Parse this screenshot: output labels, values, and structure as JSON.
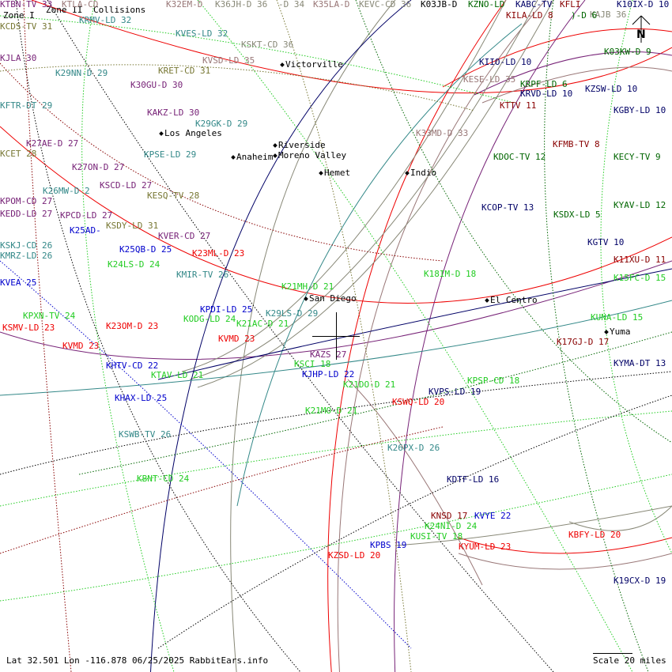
{
  "legend": {
    "zone1": "Zone I",
    "zone2": "Zone II",
    "collisions": "Collisions"
  },
  "footer": {
    "info": "Lat 32.501 Lon -116.878 06/25/2025 RabbitEars.info",
    "scale": "Scale 20 miles"
  },
  "north_label": "N",
  "colors": {
    "red": "#ee0000",
    "darkred": "#880000",
    "green": "#22cc22",
    "darkgreen": "#006600",
    "blue": "#0000cc",
    "navy": "#000066",
    "teal": "#338888",
    "purple": "#772277",
    "olive": "#777733",
    "grayish": "#888877",
    "mauve": "#997777",
    "black": "#000000"
  },
  "cities": [
    {
      "name": "Victorville"
    },
    {
      "name": "Los Angeles"
    },
    {
      "name": "Riverside"
    },
    {
      "name": "Moreno Valley"
    },
    {
      "name": "Anaheim"
    },
    {
      "name": "Hemet"
    },
    {
      "name": "Indio"
    },
    {
      "name": "San Diego"
    },
    {
      "name": "El Centro"
    },
    {
      "name": "Yuma"
    }
  ],
  "stations": [
    {
      "label": "KTBN-TV 33",
      "color": "purple"
    },
    {
      "label": "KCDS-TV 31",
      "color": "olive"
    },
    {
      "label": "KTLA-CD",
      "color": "mauve"
    },
    {
      "label": "K32EM-D",
      "color": "mauve"
    },
    {
      "label": "K36JH-D 36",
      "color": "grayish"
    },
    {
      "label": "-D 34",
      "color": "grayish"
    },
    {
      "label": "K35LA-D",
      "color": "mauve"
    },
    {
      "label": "KEVC-CD 36",
      "color": "grayish"
    },
    {
      "label": "K03JB-D",
      "color": "black"
    },
    {
      "label": "KZNO-LD",
      "color": "darkgreen"
    },
    {
      "label": "KABC-TV",
      "color": "navy"
    },
    {
      "label": "KFLI",
      "color": "darkred"
    },
    {
      "label": "KAJB 36",
      "color": "grayish"
    },
    {
      "label": "KILA-LD 8",
      "color": "darkred"
    },
    {
      "label": ")-D 6",
      "color": "darkgreen"
    },
    {
      "label": "K10IX-D 10",
      "color": "navy"
    },
    {
      "label": "KRMV-LD 32",
      "color": "teal"
    },
    {
      "label": "KVES-LD 32",
      "color": "teal"
    },
    {
      "label": "KSKT-CD 36",
      "color": "grayish"
    },
    {
      "label": "KJLA 30",
      "color": "purple"
    },
    {
      "label": "KVSD-LD 35",
      "color": "mauve"
    },
    {
      "label": "K03KW-D 9",
      "color": "darkgreen"
    },
    {
      "label": "KIIO-LD 10",
      "color": "navy"
    },
    {
      "label": "K29NN-D 29",
      "color": "teal"
    },
    {
      "label": "KRET-CD 31",
      "color": "olive"
    },
    {
      "label": "KESE-LD 35",
      "color": "mauve"
    },
    {
      "label": "KRPF-LD 6",
      "color": "darkgreen"
    },
    {
      "label": "KRVD-LD 10",
      "color": "navy"
    },
    {
      "label": "K30GU-D 30",
      "color": "purple"
    },
    {
      "label": "KZSW-LD 10",
      "color": "navy"
    },
    {
      "label": "KFTR-DT 29",
      "color": "teal"
    },
    {
      "label": "KTTV 11",
      "color": "darkred"
    },
    {
      "label": "KGBY-LD 10",
      "color": "navy"
    },
    {
      "label": "KAKZ-LD 30",
      "color": "purple"
    },
    {
      "label": "K29GK-D 29",
      "color": "teal"
    },
    {
      "label": "K33MD-D 33",
      "color": "mauve"
    },
    {
      "label": "KFMB-TV 8",
      "color": "darkred"
    },
    {
      "label": "K27AE-D 27",
      "color": "purple"
    },
    {
      "label": "KCET 28",
      "color": "olive"
    },
    {
      "label": "KPSE-LD 29",
      "color": "teal"
    },
    {
      "label": "KDOC-TV 12",
      "color": "darkgreen"
    },
    {
      "label": "KECY-TV 9",
      "color": "darkgreen"
    },
    {
      "label": "K27ON-D 27",
      "color": "purple"
    },
    {
      "label": "K26MW-D 2",
      "color": "teal"
    },
    {
      "label": "KSCD-LD 27",
      "color": "purple"
    },
    {
      "label": "KESQ-TV 28",
      "color": "olive"
    },
    {
      "label": "KPOM-CD 27",
      "color": "purple"
    },
    {
      "label": "KCOP-TV 13",
      "color": "navy"
    },
    {
      "label": "KSDX-LD 5",
      "color": "darkgreen"
    },
    {
      "label": "KYAV-LD 12",
      "color": "darkgreen"
    },
    {
      "label": "KEDD-LD 27",
      "color": "purple"
    },
    {
      "label": "KPCD-LD 27",
      "color": "purple"
    },
    {
      "label": "K25AD-",
      "color": "blue"
    },
    {
      "label": "KSDY-LD 31",
      "color": "olive"
    },
    {
      "label": "KVER-CD 27",
      "color": "purple"
    },
    {
      "label": "KGTV 10",
      "color": "navy"
    },
    {
      "label": "KSKJ-CD 26",
      "color": "teal"
    },
    {
      "label": "K25QB-D 25",
      "color": "blue"
    },
    {
      "label": "K23ML-D 23",
      "color": "red"
    },
    {
      "label": "KMRZ-LD 26",
      "color": "teal"
    },
    {
      "label": "K11XU-D 11",
      "color": "darkred"
    },
    {
      "label": "K24LS-D 24",
      "color": "green"
    },
    {
      "label": "KMIR-TV 26",
      "color": "teal"
    },
    {
      "label": "K15FC-D 15",
      "color": "green"
    },
    {
      "label": "K18IM-D 18",
      "color": "green"
    },
    {
      "label": "KVEA 25",
      "color": "blue"
    },
    {
      "label": "K21MH-D 21",
      "color": "green"
    },
    {
      "label": "KPDI-LD 25",
      "color": "blue"
    },
    {
      "label": "KPXN-TV 24",
      "color": "green"
    },
    {
      "label": "KODG-LD 24",
      "color": "green"
    },
    {
      "label": "K29LS-D 29",
      "color": "teal"
    },
    {
      "label": "KUNA-LD 15",
      "color": "green"
    },
    {
      "label": "KSMV-LD 23",
      "color": "red"
    },
    {
      "label": "K23OM-D 23",
      "color": "red"
    },
    {
      "label": "K21AC-D 21",
      "color": "green"
    },
    {
      "label": "K17GJ-D 17",
      "color": "darkred"
    },
    {
      "label": "KVMD 23",
      "color": "red"
    },
    {
      "label": "KVMD 23",
      "color": "red"
    },
    {
      "label": "KAZS 27",
      "color": "purple"
    },
    {
      "label": "KHTV-CD 22",
      "color": "blue"
    },
    {
      "label": "KSCI 18",
      "color": "green"
    },
    {
      "label": "KYMA-DT 13",
      "color": "navy"
    },
    {
      "label": "KTAV-LD 21",
      "color": "green"
    },
    {
      "label": "KJHP-LD 22",
      "color": "blue"
    },
    {
      "label": "KPSP-CD 18",
      "color": "green"
    },
    {
      "label": "K21DO-D 21",
      "color": "green"
    },
    {
      "label": "KSWQ-LD 20",
      "color": "red"
    },
    {
      "label": "KVPS-LD 19",
      "color": "navy"
    },
    {
      "label": "KHAX-LD 25",
      "color": "blue"
    },
    {
      "label": "K21MO-D 21",
      "color": "green"
    },
    {
      "label": "KSWB-TV 26",
      "color": "teal"
    },
    {
      "label": "K26PX-D 26",
      "color": "teal"
    },
    {
      "label": "KBNT-CD 24",
      "color": "green"
    },
    {
      "label": "KDTF-LD 16",
      "color": "navy"
    },
    {
      "label": "KNSD 17",
      "color": "darkred"
    },
    {
      "label": "KVYE 22",
      "color": "blue"
    },
    {
      "label": "K24NI-D 24",
      "color": "green"
    },
    {
      "label": "KBFY-LD 20",
      "color": "red"
    },
    {
      "label": "KUSI-TV 18",
      "color": "green"
    },
    {
      "label": "KYUM-LD 23",
      "color": "red"
    },
    {
      "label": "KPBS 19",
      "color": "blue"
    },
    {
      "label": "KZSD-LD 20",
      "color": "red"
    },
    {
      "label": "K19CX-D 19",
      "color": "navy"
    }
  ],
  "arcs": [
    {
      "color": "red",
      "style": "solid"
    },
    {
      "color": "purple",
      "style": "solid"
    },
    {
      "color": "mauve",
      "style": "solid"
    },
    {
      "color": "grayish",
      "style": "solid"
    },
    {
      "color": "teal",
      "style": "solid"
    },
    {
      "color": "navy",
      "style": "solid"
    },
    {
      "color": "green",
      "style": "dotted"
    },
    {
      "color": "darkgreen",
      "style": "dotted"
    },
    {
      "color": "blue",
      "style": "dotted"
    },
    {
      "color": "black",
      "style": "dotted"
    },
    {
      "color": "olive",
      "style": "dotted"
    },
    {
      "color": "darkred",
      "style": "dotted"
    }
  ]
}
